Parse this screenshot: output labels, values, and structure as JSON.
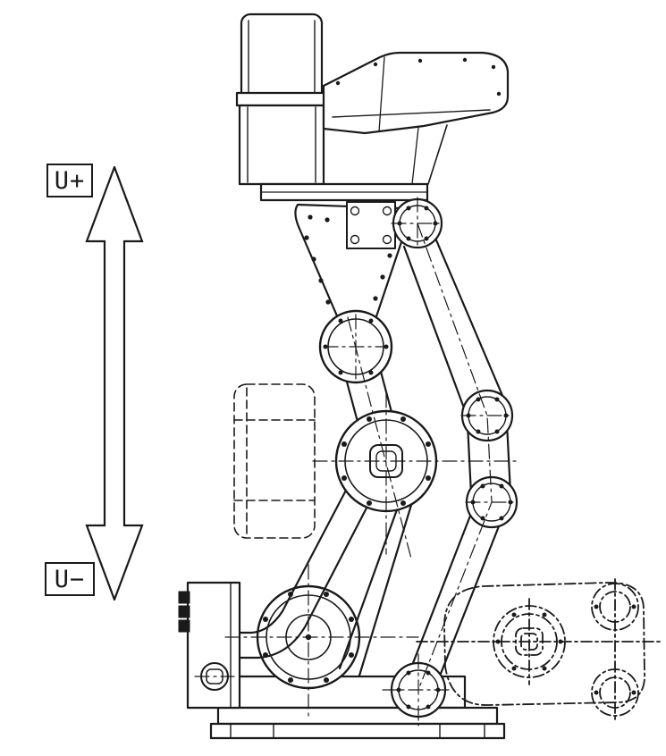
{
  "figure": {
    "axis_labels": {
      "positive": "U+",
      "negative": "U−"
    },
    "icons": {
      "motion_arrow": "double-headed-vertical-arrow"
    },
    "colors": {
      "line": "#1a1a1a",
      "background": "#ffffff"
    }
  }
}
